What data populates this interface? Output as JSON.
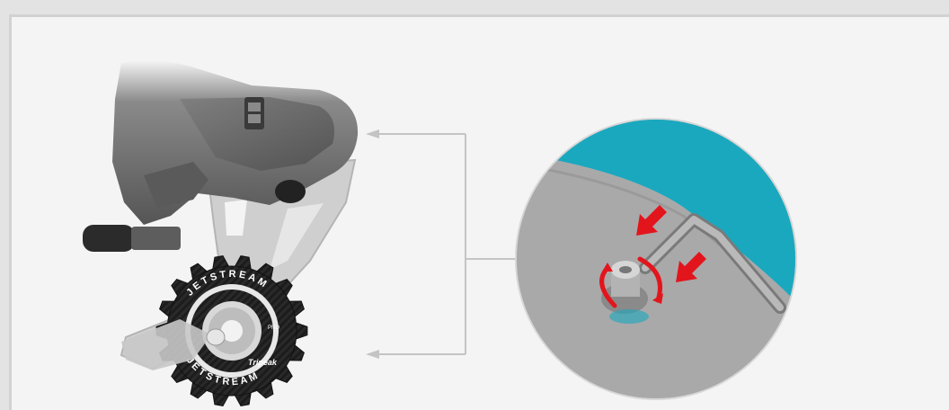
{
  "diagram": {
    "product_ring_text_top": "JETSTREAM",
    "product_ring_text_bottom": "JETSTREAM",
    "product_ring_text_small": "PRO",
    "brand_mark": "Tripeak",
    "colors": {
      "background": "#f4f4f4",
      "detail_circle_fill": "#a9a9a9",
      "detail_circle_accent": "#1aa8bf",
      "arrow_red": "#e3151c",
      "connector_line": "#c4c4c4",
      "derailleur_body": "#6a6a6a",
      "cage_plate": "#cfcfcf",
      "pulley": "#1e1e1e"
    },
    "icons": [
      "wrench-icon",
      "rotate-arrow-icon",
      "push-arrow-icon"
    ]
  }
}
